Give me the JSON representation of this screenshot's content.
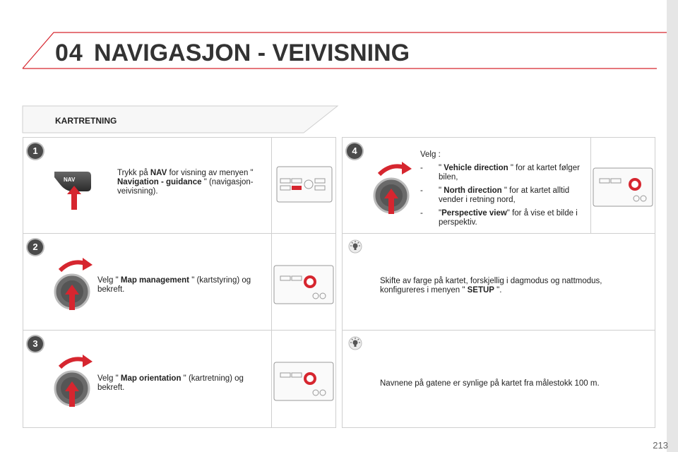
{
  "header": {
    "chapter_number": "04",
    "chapter_title": "NAVIGASJON - VEIVISNING"
  },
  "section": {
    "title": "KARTRETNING"
  },
  "steps": [
    {
      "badge": "1",
      "button_label": "NAV",
      "text_parts": [
        "Trykk på ",
        "NAV",
        " for visning av menyen \" ",
        "Navigation - guidance",
        " \" (navigasjon-veivisning)."
      ]
    },
    {
      "badge": "2",
      "text_parts": [
        "Velg \" ",
        "Map management",
        " \" (kartstyring) og bekreft."
      ]
    },
    {
      "badge": "3",
      "text_parts": [
        "Velg \" ",
        "Map orientation",
        " \" (kartretning) og bekreft."
      ]
    },
    {
      "badge": "4",
      "intro": "Velg :",
      "options": [
        {
          "dash": "-",
          "pre": "\" ",
          "bold": "Vehicle direction",
          "post": " \" for at kartet følger bilen,"
        },
        {
          "dash": "-",
          "pre": "\" ",
          "bold": "North direction",
          "post": " \" for at kartet alltid vender i retning nord,"
        },
        {
          "dash": "-",
          "pre": "\"",
          "bold": "Perspective view",
          "post": "\" for å vise et bilde i perspektiv."
        }
      ]
    }
  ],
  "tips": [
    {
      "text_parts": [
        "Skifte av farge på kartet, forskjellig i dagmodus og nattmodus, konfigureres i menyen \" ",
        "SETUP",
        " \"."
      ]
    },
    {
      "text": "Navnene på gatene er synlige på kartet fra målestokk 100 m."
    }
  ],
  "footer": {
    "page_number": "213"
  },
  "colors": {
    "accent_red": "#d6262f",
    "knob_dark": "#555555",
    "border": "#cfcfcf"
  }
}
